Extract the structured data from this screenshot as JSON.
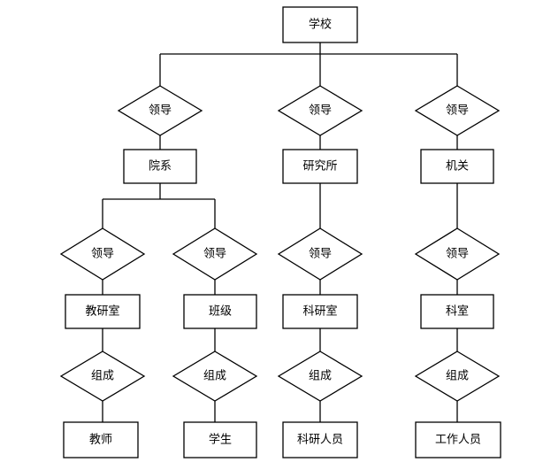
{
  "diagram": {
    "root": "学校",
    "relations": {
      "lead": "领导",
      "compose": "组成"
    },
    "units": {
      "college": "院系",
      "institute": "研究所",
      "office": "机关",
      "teaching_section": "教研室",
      "class": "班级",
      "research_section": "科研室",
      "section": "科室"
    },
    "members": {
      "teacher": "教师",
      "student": "学生",
      "researcher": "科研人员",
      "staff": "工作人员"
    }
  }
}
